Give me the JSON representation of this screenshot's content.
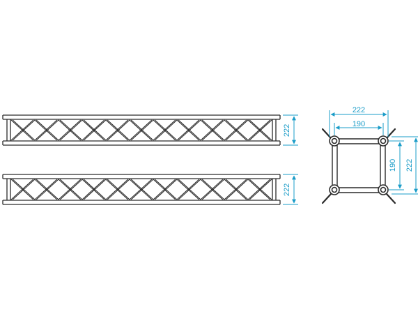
{
  "truss_side_top": {
    "height_label": "222",
    "bay_count": 11
  },
  "truss_side_bottom": {
    "height_label": "222",
    "bay_count": 11
  },
  "cross_section": {
    "outer_width_label": "222",
    "inner_width_label": "190",
    "inner_height_label": "190",
    "outer_height_label": "222"
  },
  "colors": {
    "line": "#2a2a2a",
    "dimension": "#1a9cc8",
    "background": "#ffffff"
  }
}
